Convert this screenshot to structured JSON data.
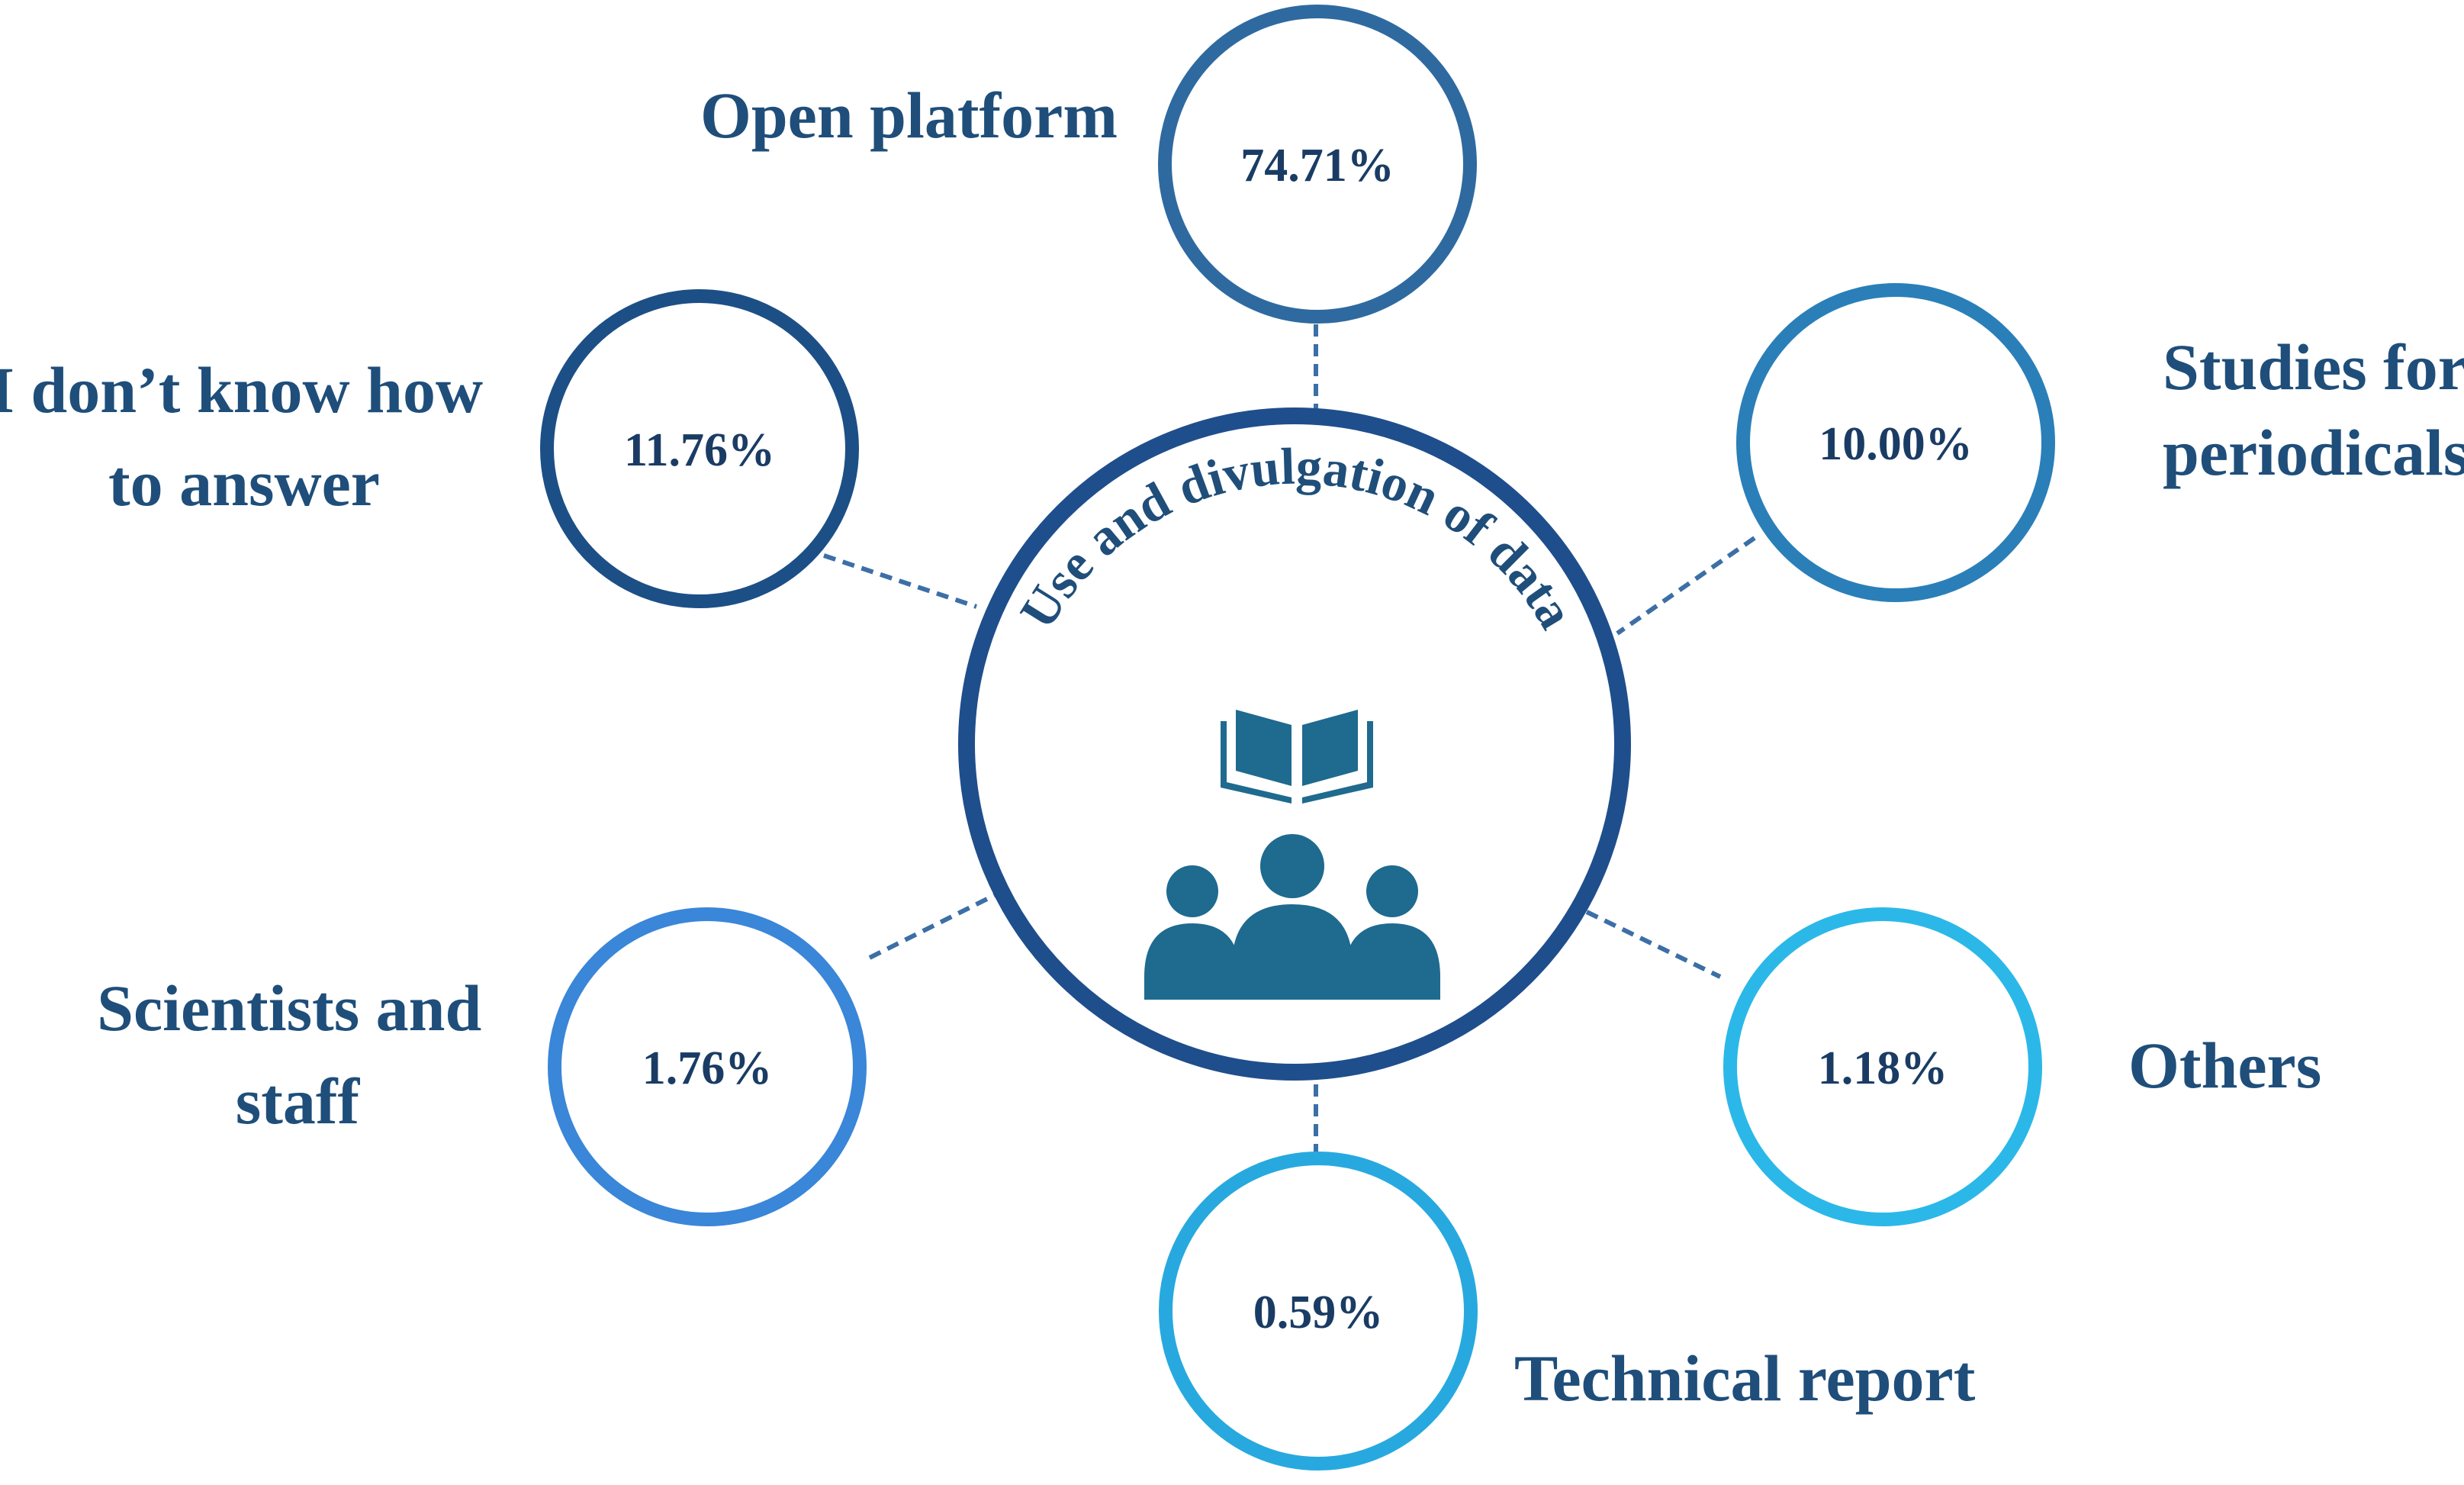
{
  "colors": {
    "center": "#1f4e8c",
    "icon": "#1f6a8f",
    "label_text": "#1f4e7a",
    "pct_text": "#1a3c64",
    "dash": "#3c6fa6"
  },
  "center": {
    "title": "Use and divulgation of data",
    "icons": [
      "open-book-icon",
      "group-of-people-icon"
    ]
  },
  "items": [
    {
      "id": "open-platform",
      "label_lines": [
        "Open platform"
      ],
      "value": "74.71%",
      "color": "#2e6aa0"
    },
    {
      "id": "studies-for-periodicals",
      "label_lines": [
        "Studies for",
        "periodicals"
      ],
      "value": "10.00%",
      "color": "#2a7fb8"
    },
    {
      "id": "others",
      "label_lines": [
        "Others"
      ],
      "value": "1.18%",
      "color": "#2bb8e8"
    },
    {
      "id": "technical-report",
      "label_lines": [
        "Technical report"
      ],
      "value": "0.59%",
      "color": "#27a9df"
    },
    {
      "id": "scientists-and-staff",
      "label_lines": [
        "Scientists and",
        "staff"
      ],
      "value": "1.76%",
      "color": "#3a86d8"
    },
    {
      "id": "i-dont-know-how-to-answer",
      "label_lines": [
        "I don’t know how",
        "to answer"
      ],
      "value": "11.76%",
      "color": "#1c4f86"
    }
  ]
}
